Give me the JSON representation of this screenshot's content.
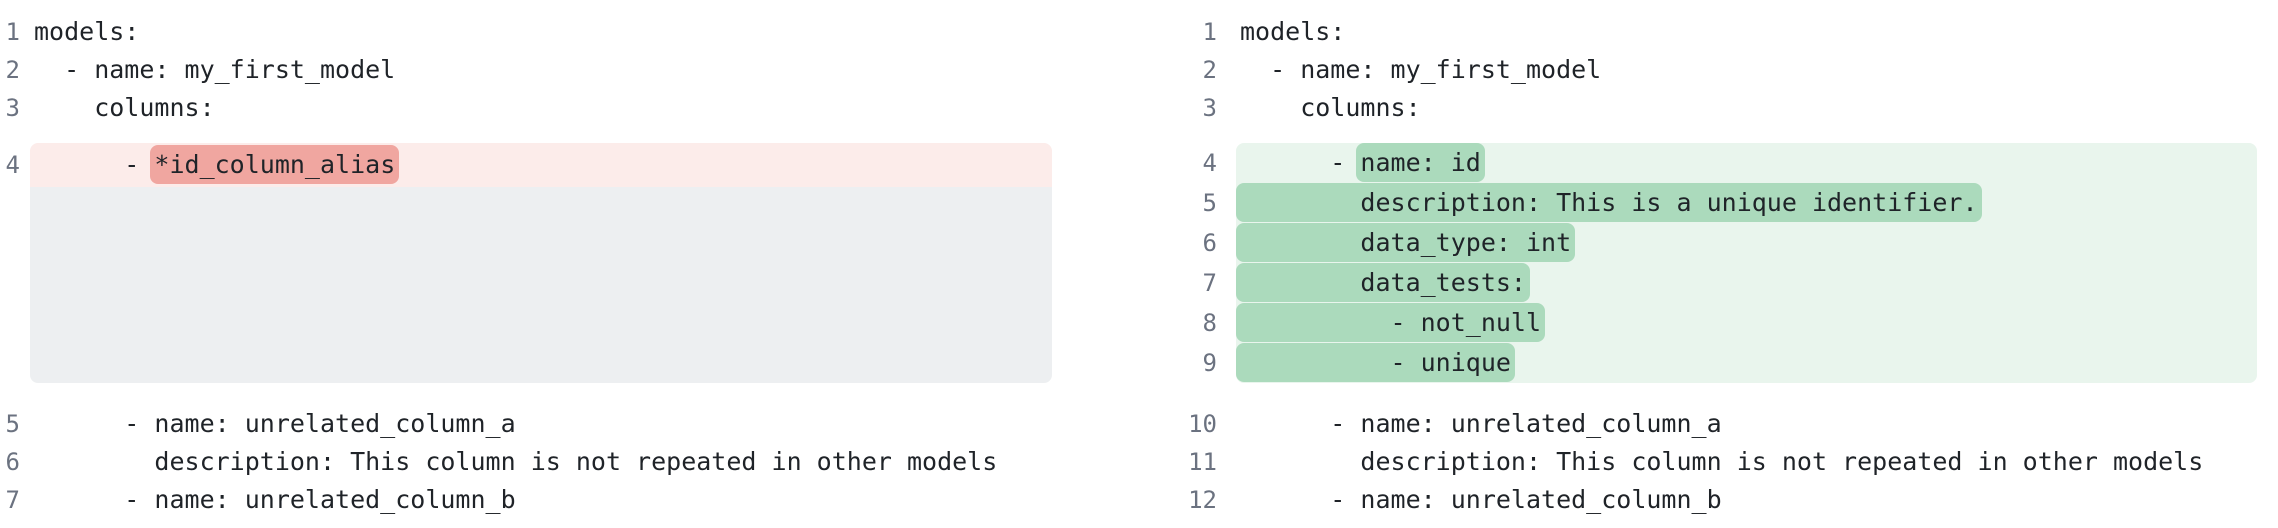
{
  "diff": {
    "language": "yaml",
    "colors": {
      "removed_line_bg": "#fcecea",
      "removed_token_bg": "#f0a6a0",
      "added_line_bg": "#e9f5ed",
      "added_token_bg": "#abdabc",
      "filler_bg": "#edeff1",
      "line_number": "#6b7280",
      "code_text": "#1f2328"
    },
    "old": {
      "lines": [
        {
          "num": "1",
          "segments": [
            {
              "text": "models:"
            }
          ]
        },
        {
          "num": "2",
          "segments": [
            {
              "text": "  - name: my_first_model"
            }
          ]
        },
        {
          "num": "3",
          "segments": [
            {
              "text": "    columns:"
            }
          ]
        },
        {
          "num": "4",
          "type": "removed",
          "segments": [
            {
              "text": "      - "
            },
            {
              "text": "*id_column_alias",
              "mark": true
            }
          ]
        },
        {
          "num": "",
          "type": "filler",
          "segments": []
        },
        {
          "num": "5",
          "segments": [
            {
              "text": "      - name: unrelated_column_a"
            }
          ]
        },
        {
          "num": "6",
          "segments": [
            {
              "text": "        description: This column is not repeated in other models"
            }
          ]
        },
        {
          "num": "7",
          "segments": [
            {
              "text": "      - name: unrelated_column_b"
            }
          ]
        }
      ]
    },
    "new": {
      "lines": [
        {
          "num": "1",
          "segments": [
            {
              "text": "models:"
            }
          ]
        },
        {
          "num": "2",
          "segments": [
            {
              "text": "  - name: my_first_model"
            }
          ]
        },
        {
          "num": "3",
          "segments": [
            {
              "text": "    columns:"
            }
          ]
        },
        {
          "num": "4",
          "type": "added",
          "segments": [
            {
              "text": "      - "
            },
            {
              "text": "name: id",
              "mark": true
            }
          ]
        },
        {
          "num": "5",
          "type": "added",
          "segments": [
            {
              "text": "        description: This is a unique identifier.",
              "mark": true
            }
          ]
        },
        {
          "num": "6",
          "type": "added",
          "segments": [
            {
              "text": "        data_type: int",
              "mark": true
            }
          ]
        },
        {
          "num": "7",
          "type": "added",
          "segments": [
            {
              "text": "        data_tests:",
              "mark": true
            }
          ]
        },
        {
          "num": "8",
          "type": "added",
          "segments": [
            {
              "text": "          - not_null",
              "mark": true
            }
          ]
        },
        {
          "num": "9",
          "type": "added",
          "segments": [
            {
              "text": "          - unique",
              "mark": true
            }
          ]
        },
        {
          "num": "10",
          "segments": [
            {
              "text": "      - name: unrelated_column_a"
            }
          ]
        },
        {
          "num": "11",
          "segments": [
            {
              "text": "        description: This column is not repeated in other models"
            }
          ]
        },
        {
          "num": "12",
          "segments": [
            {
              "text": "      - name: unrelated_column_b"
            }
          ]
        }
      ]
    }
  }
}
